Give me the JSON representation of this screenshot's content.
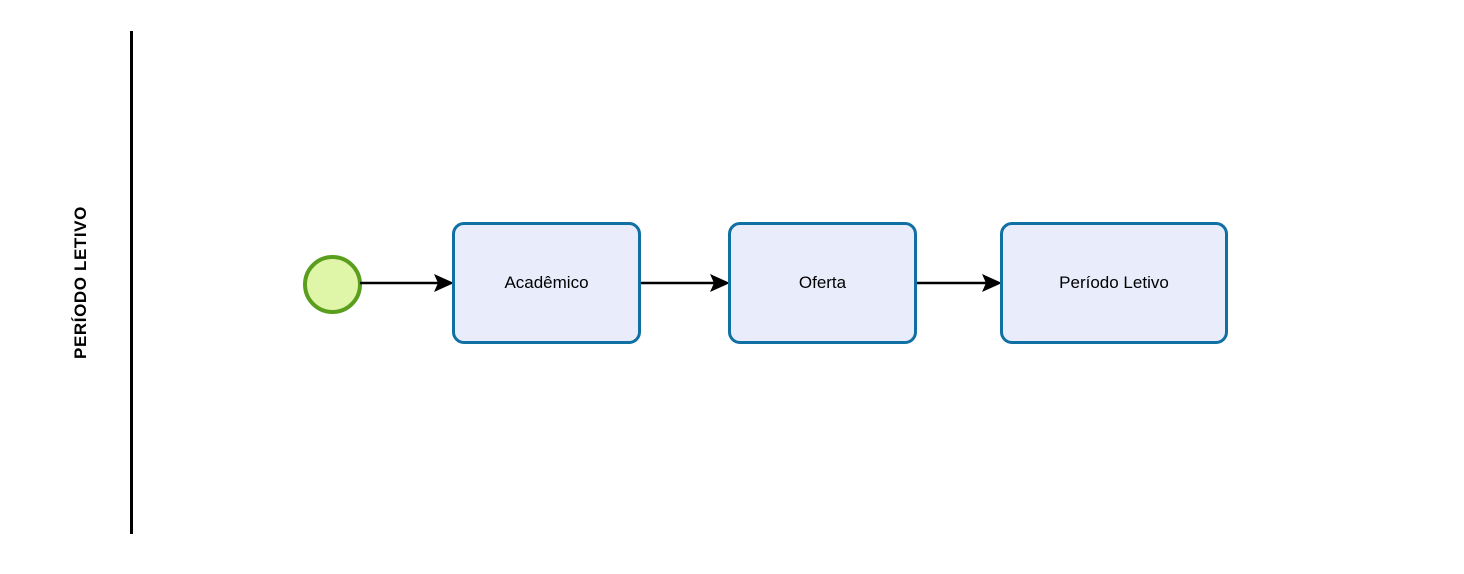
{
  "diagram": {
    "type": "bpmn-process-lane",
    "background_color": "#ffffff",
    "frame_color": "#000000"
  },
  "lane": {
    "label": "PERÍODO LETIVO",
    "label_color": "#000000"
  },
  "start_event": {
    "name": "start-event",
    "fill_color": "#dff5a8",
    "border_color": "#5a9e1e"
  },
  "tasks": [
    {
      "label": "Acadêmico",
      "fill_color": "#e9ecfb",
      "border_color": "#1070a4"
    },
    {
      "label": "Oferta",
      "fill_color": "#e9ecfb",
      "border_color": "#1070a4"
    },
    {
      "label": "Período Letivo",
      "fill_color": "#e9ecfb",
      "border_color": "#1070a4"
    }
  ],
  "flows": [
    {
      "name": "flow-start-to-academico",
      "color": "#000000"
    },
    {
      "name": "flow-academico-to-oferta",
      "color": "#000000"
    },
    {
      "name": "flow-oferta-to-periodo-letivo",
      "color": "#000000"
    }
  ]
}
